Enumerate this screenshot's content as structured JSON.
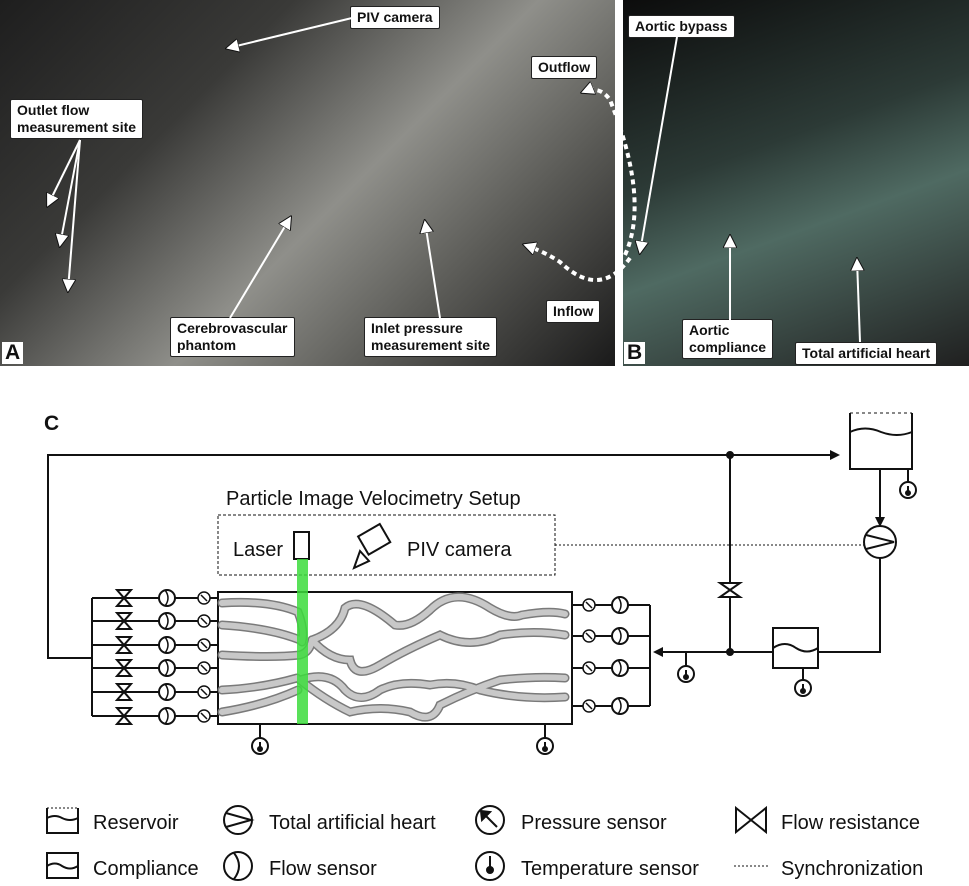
{
  "panel_a": {
    "letter": "A",
    "labels": {
      "piv_camera": "PIV camera",
      "outflow": "Outflow",
      "outlet_flow": "Outlet flow\nmeasurement site",
      "phantom": "Cerebrovascular\nphantom",
      "inlet_pressure": "Inlet pressure\nmeasurement site",
      "inflow": "Inflow"
    }
  },
  "panel_b": {
    "letter": "B",
    "labels": {
      "aortic_bypass": "Aortic bypass",
      "aortic_compliance": "Aortic\ncompliance",
      "total_heart": "Total artificial heart"
    }
  },
  "panel_c": {
    "letter": "C",
    "piv_setup_title": "Particle Image Velocimetry Setup",
    "laser_label": "Laser",
    "camera_label": "PIV camera"
  },
  "legend": {
    "reservoir": "Reservoir",
    "compliance": "Compliance",
    "total_artificial_heart": "Total artificial heart",
    "flow_sensor": "Flow sensor",
    "pressure_sensor": "Pressure sensor",
    "temperature_sensor": "Temperature sensor",
    "flow_resistance": "Flow resistance",
    "synchronization": "Synchronization"
  },
  "colors": {
    "laser": "#3cdc3c",
    "vessel": "#b0b0b0",
    "line": "#111111"
  }
}
